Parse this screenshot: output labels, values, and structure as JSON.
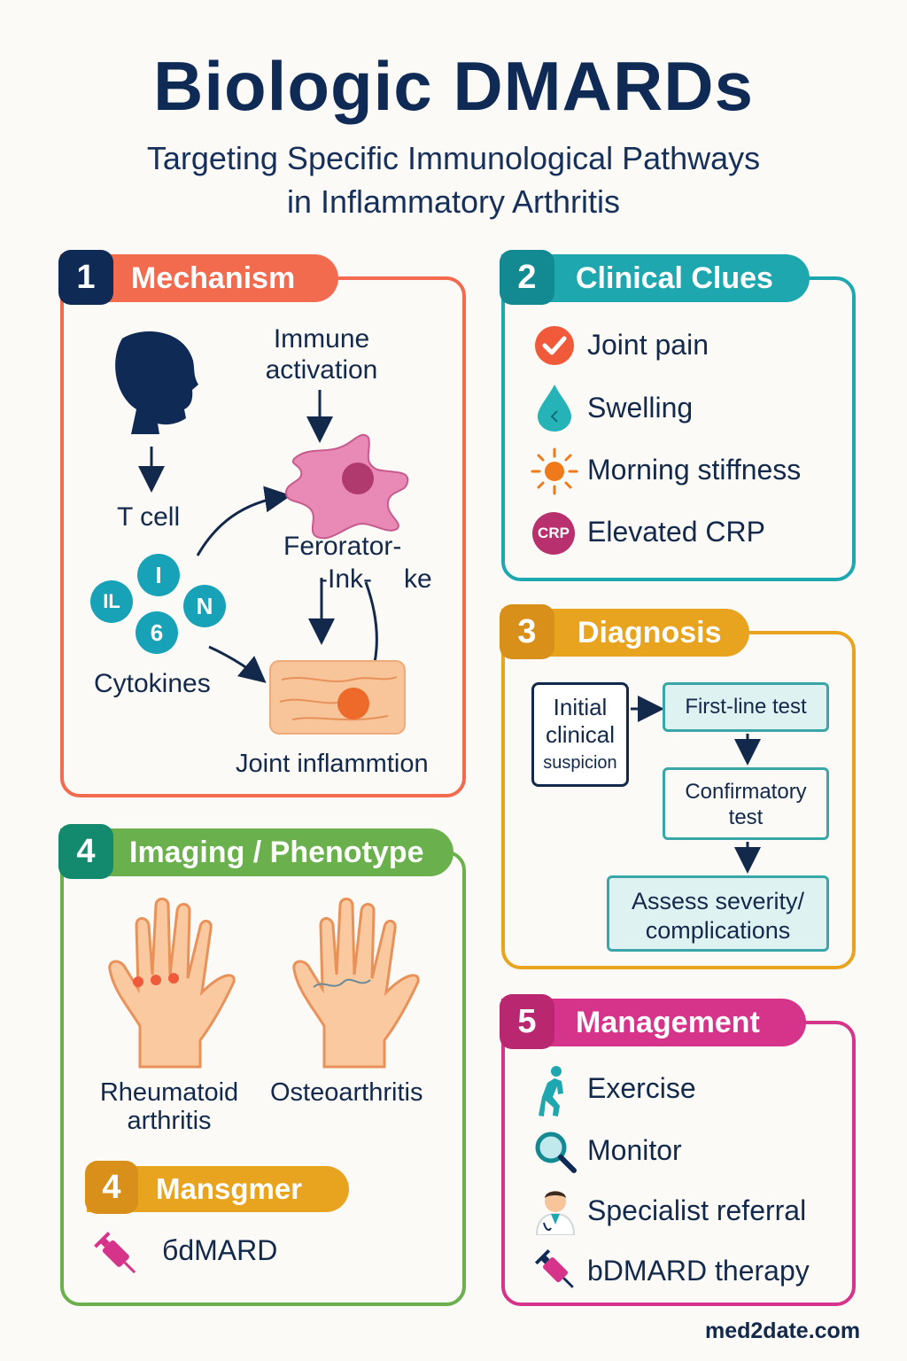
{
  "header": {
    "title": "Biologic DMARDs",
    "subtitle_line1": "Targeting Specific Immunological Pathways",
    "subtitle_line2": "in Inflammatory Arthritis"
  },
  "colors": {
    "mechanism": "#f26b4f",
    "clues": "#1fa7b0",
    "diagnosis": "#e8a41e",
    "imaging": "#6ab04c",
    "management": "#d6338a",
    "navy": "#0e2a55"
  },
  "mechanism": {
    "number": "1",
    "title": "Mechanism",
    "immune_label_1": "Immune",
    "immune_label_2": "activation",
    "t_cell": "T cell",
    "feror_1": "Ferorator-",
    "feror_2": "-Ink-",
    "feror_3": "ke",
    "cytokine_letters": [
      "IL",
      "I",
      "N",
      "6"
    ],
    "cytokines": "Cytokines",
    "joint": "Joint inflammtion"
  },
  "clues": {
    "number": "2",
    "title": "Clinical Clues",
    "items": [
      "Joint pain",
      "Swelling",
      "Morning stiffness",
      "Elevated CRP"
    ],
    "crp_badge": "CRP"
  },
  "diagnosis": {
    "number": "3",
    "title": "Diagnosis",
    "initial_1": "Initial",
    "initial_2": "clinical",
    "initial_3": "suspicion",
    "first_line": "First-line test",
    "confirm_1": "Confirmatory",
    "confirm_2": "test",
    "assess_1": "Assess severity/",
    "assess_2": "complications"
  },
  "imaging": {
    "number": "4",
    "title": "Imaging / Phenotype",
    "ra_1": "Rheumatoid",
    "ra_2": "arthritis",
    "oa": "Osteoarthritis",
    "sub_number": "4",
    "sub_title": "Mansgmer",
    "sub_item": "бdMARD"
  },
  "management": {
    "number": "5",
    "title": "Management",
    "items": [
      "Exercise",
      "Monitor",
      "Specialist referral",
      "bDMARD therapy"
    ]
  },
  "footer": {
    "site": "med2date.com"
  }
}
